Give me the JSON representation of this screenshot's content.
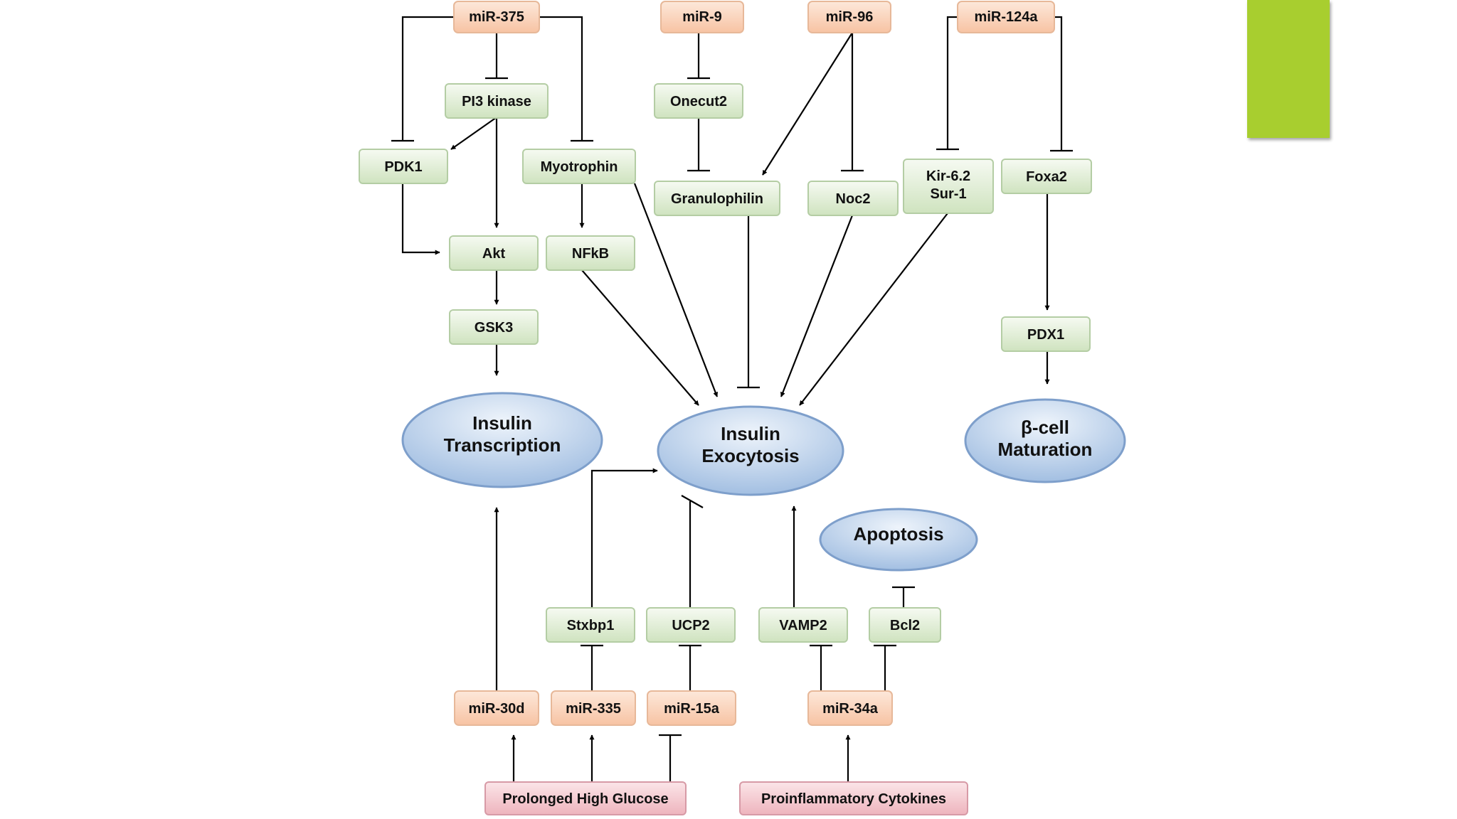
{
  "colors": {
    "mirna_fill": "#fbd6c0",
    "gene_fill": "#e3efd8",
    "stimulus_fill": "#f4c8cf",
    "process_fill": "#bcd3ee",
    "accent_block": "#a8ce2f"
  },
  "mirnas": {
    "mir375": "miR-375",
    "mir9": "miR-9",
    "mir96": "miR-96",
    "mir124a": "miR-124a",
    "mir30d": "miR-30d",
    "mir335": "miR-335",
    "mir15a": "miR-15a",
    "mir34a": "miR-34a"
  },
  "genes": {
    "pi3k": "PI3 kinase",
    "onecut2": "Onecut2",
    "pdk1": "PDK1",
    "myotrophin": "Myotrophin",
    "granulophilin": "Granulophilin",
    "noc2": "Noc2",
    "kir62_line1": "Kir-6.2",
    "kir62_line2": "Sur-1",
    "foxa2": "Foxa2",
    "akt": "Akt",
    "nfkb": "NFkB",
    "gsk3": "GSK3",
    "pdx1": "PDX1",
    "stxbp1": "Stxbp1",
    "ucp2": "UCP2",
    "vamp2": "VAMP2",
    "bcl2": "Bcl2"
  },
  "processes": {
    "insulin_transcription_line1": "Insulin",
    "insulin_transcription_line2": "Transcription",
    "insulin_exocytosis_line1": "Insulin",
    "insulin_exocytosis_line2": "Exocytosis",
    "beta_cell_line1": "β-cell",
    "beta_cell_line2": "Maturation",
    "apoptosis": "Apoptosis"
  },
  "stimuli": {
    "high_glucose": "Prolonged High Glucose",
    "cytokines": "Proinflammatory Cytokines"
  }
}
